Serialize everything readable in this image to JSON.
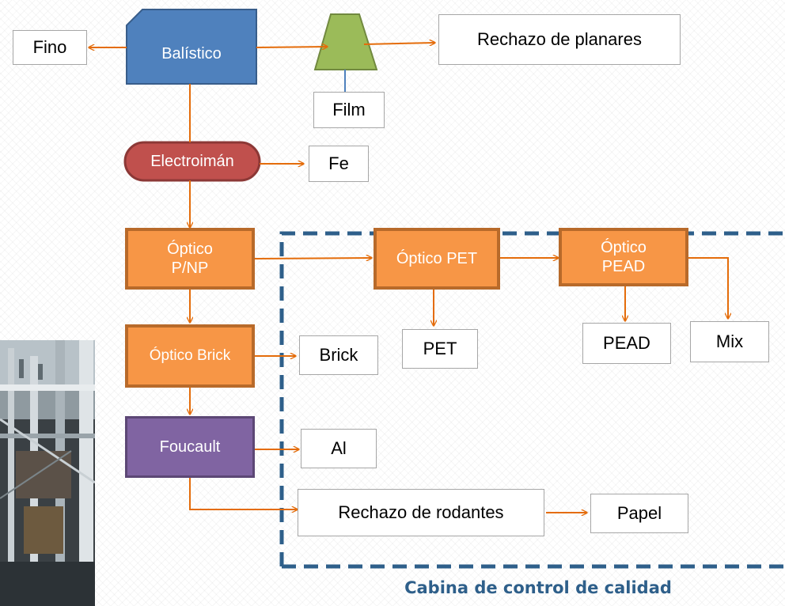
{
  "nodes": {
    "fino": "Fino",
    "balistico": "Balístico",
    "rechazo_planares": "Rechazo de planares",
    "film": "Film",
    "electroiman": "Electroimán",
    "fe": "Fe",
    "optico_pnp": "Óptico\nP/NP",
    "optico_pet": "Óptico PET",
    "optico_pead": "Óptico\nPEAD",
    "optico_brick": "Óptico Brick",
    "brick": "Brick",
    "pet": "PET",
    "pead": "PEAD",
    "mix": "Mix",
    "foucault": "Foucault",
    "al": "Al",
    "rechazo_rodantes": "Rechazo de rodantes",
    "papel": "Papel"
  },
  "cabin_label": "Cabina de control de calidad",
  "colors": {
    "arrow": "#e46c0a",
    "balistico": "#4f81bd",
    "film_filter": "#9bbb59",
    "electroiman": "#c0504d",
    "optico": "#f79646",
    "foucault": "#8064a2",
    "cabin_border": "#2e5f8a",
    "cabin_text": "#2e5f8a"
  }
}
